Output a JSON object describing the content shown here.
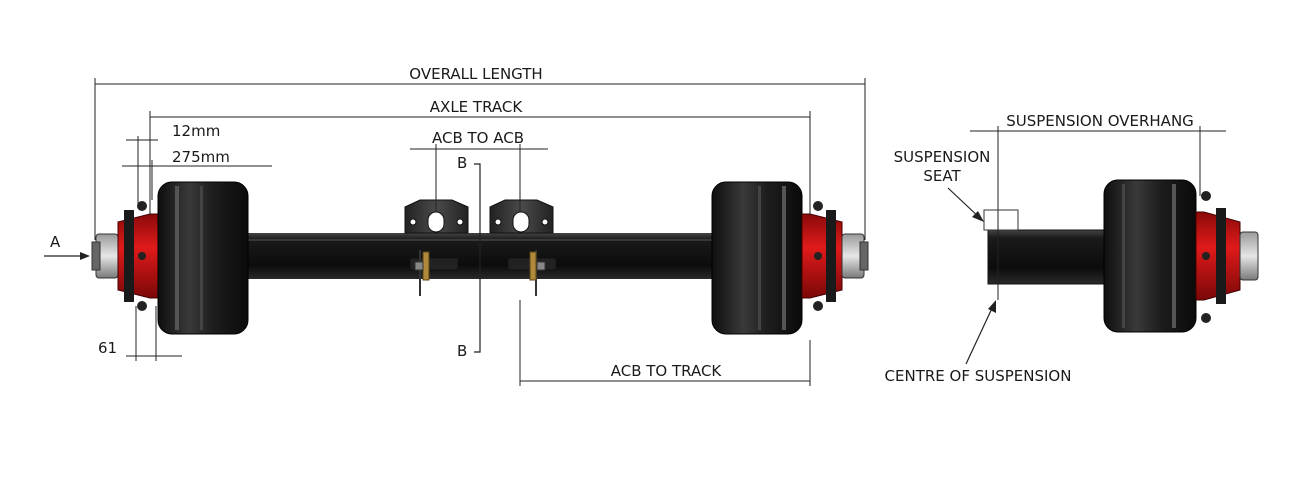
{
  "labels": {
    "overall_length": "OVERALL LENGTH",
    "axle_track": "AXLE TRACK",
    "dim_12mm": "12mm",
    "dim_275mm": "275mm",
    "acb_to_acb": "ACB TO ACB",
    "section_b_top": "B",
    "section_b_bottom": "B",
    "view_a": "A",
    "dim_61": "61",
    "acb_to_track": "ACB TO TRACK",
    "suspension_overhang": "SUSPENSION OVERHANG",
    "suspension_seat_line1": "SUSPENSION",
    "suspension_seat_line2": "SEAT",
    "centre_of_suspension": "CENTRE OF SUSPENSION"
  },
  "colors": {
    "hub_red": "#d41414",
    "drum_black": "#1c1c1c",
    "beam_black": "#141414",
    "bracket_grey": "#3a3a3a",
    "brass": "#b08a3a"
  }
}
